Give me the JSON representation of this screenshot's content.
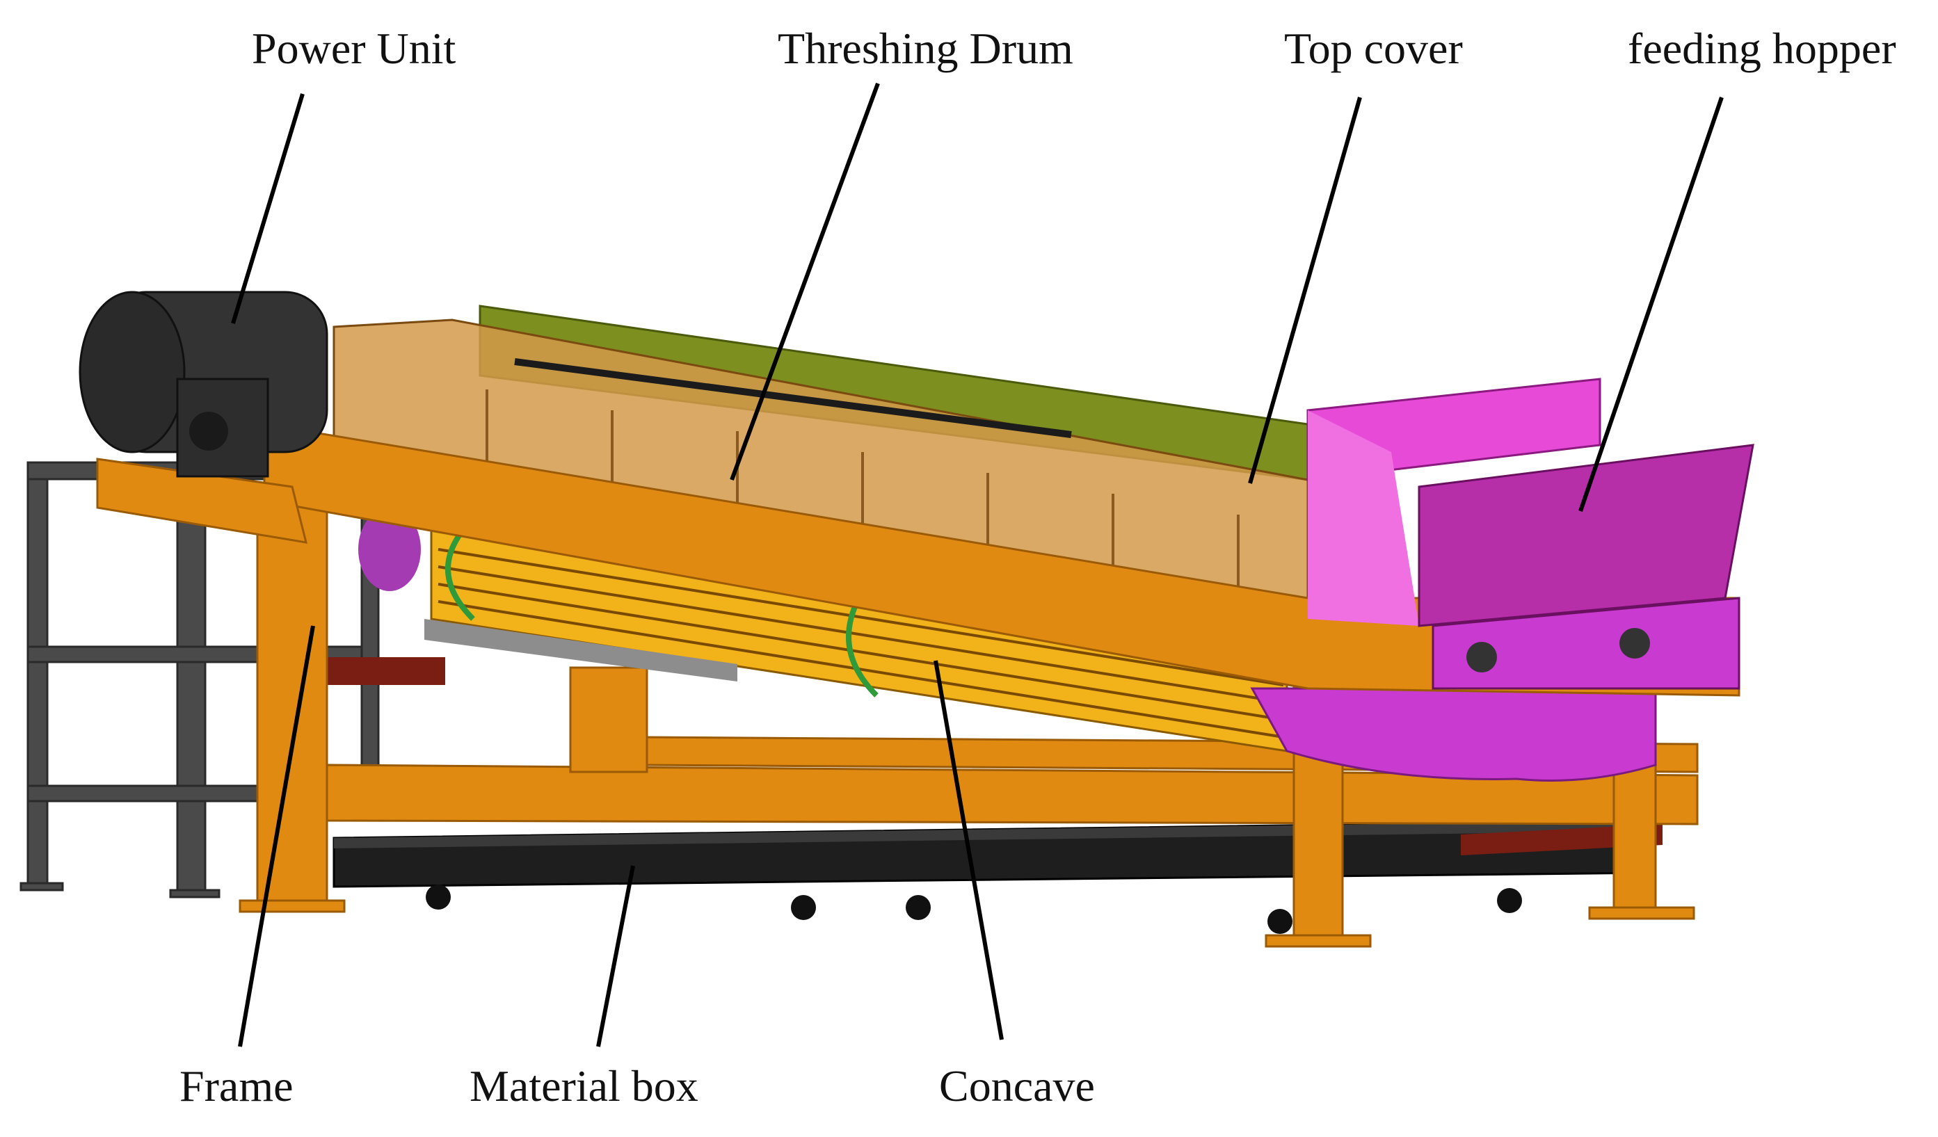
{
  "labels": {
    "power_unit": "Power Unit",
    "threshing_drum": "Threshing Drum",
    "top_cover": "Top cover",
    "feeding_hopper": "feeding hopper",
    "frame": "Frame",
    "material_box": "Material box",
    "concave": "Concave"
  },
  "colors": {
    "frame": "#e08a12",
    "frame_dark": "#b86a08",
    "top_cover": "#7d8f1e",
    "drum_window": "#d49a4a",
    "hopper": "#e64ad6",
    "hopper_dark": "#b62ea8",
    "concave": "#f2b21a",
    "motor": "#333333",
    "stand": "#4a4a4a",
    "material_box": "#1e1e1e",
    "leader_line": "#000000"
  }
}
